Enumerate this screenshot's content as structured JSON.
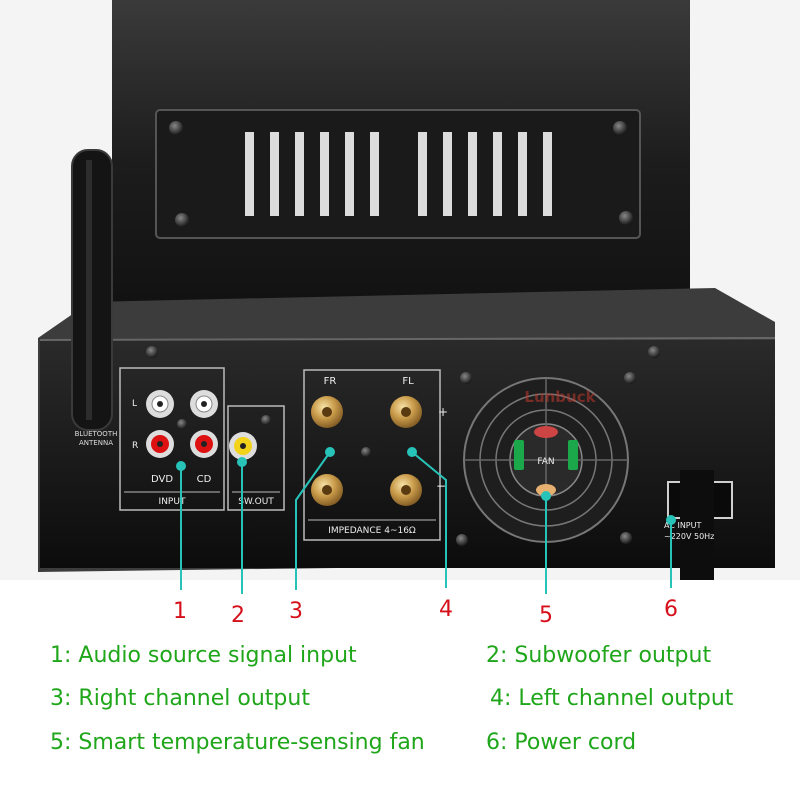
{
  "colors": {
    "number_red": "#d6101a",
    "caption_green": "#1fa61a",
    "callout_line": "#28c3b8"
  },
  "panel": {
    "antenna_label_1": "BLUETOOTH",
    "antenna_label_2": "ANTENNA",
    "input_label_l": "L",
    "input_label_r": "R",
    "input_dvd": "DVD",
    "input_cd": "CD",
    "input_title": "INPUT",
    "sw_out": "SW.OUT",
    "speaker_fr": "FR",
    "speaker_fl": "FL",
    "plus_sign": "+",
    "minus_sign": "−",
    "impedance": "IMPEDANCE 4~16Ω",
    "fan_label": "FAN",
    "ac_input_1": "AC INPUT",
    "ac_input_2": "~220V 50Hz",
    "watermark": "Lunbuck"
  },
  "callouts": [
    "1",
    "2",
    "3",
    "4",
    "5",
    "6"
  ],
  "captions": {
    "c1": "1: Audio source signal input",
    "c2": "2: Subwoofer output",
    "c3": "3: Right channel output",
    "c4": "4: Left channel output",
    "c5": "5: Smart temperature-sensing fan",
    "c6": "6: Power cord"
  }
}
